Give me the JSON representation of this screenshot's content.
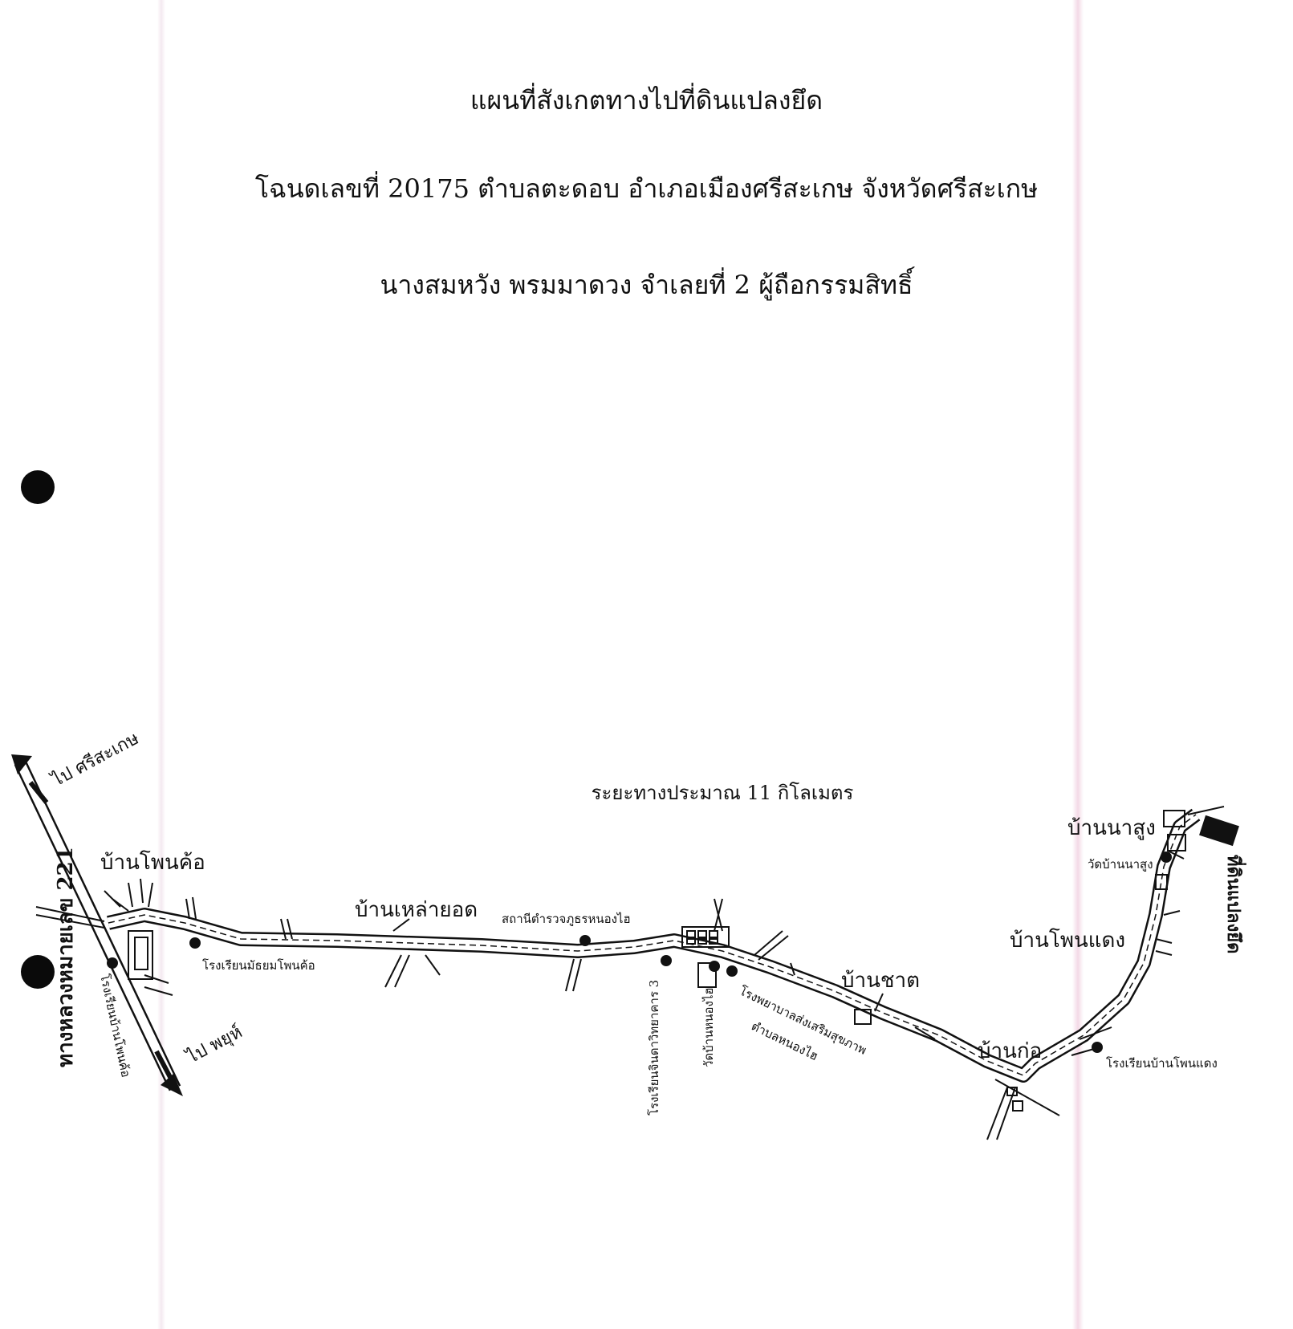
{
  "header": {
    "line1": "แผนที่สังเกตทางไปที่ดินแปลงยึด",
    "line2": "โฉนดเลขที่ 20175  ตำบลตะดอบ  อำเภอเมืองศรีสะเกษ  จังหวัดศรีสะเกษ",
    "line3": "นางสมหวัง  พรมมาดวง  จำเลยที่ 2   ผู้ถือกรรมสิทธิ์"
  },
  "distance_note": "ระยะทางประมาณ 11  กิโลเมตร",
  "highway_label": "ทางหลวงหมายเลข  221",
  "directions": {
    "to_sisaket": "ไป ศรีสะเกษ",
    "to_phayu": "ไป พยุห์"
  },
  "villages": {
    "phon_kho": "บ้านโพนค้อ",
    "lao_yot": "บ้านเหล่ายอด",
    "chat": "บ้านชาต",
    "ko": "บ้านก่อ",
    "phon_daeng": "บ้านโพนแดง",
    "na_sung": "บ้านนาสูง"
  },
  "landmarks": {
    "phon_kho_secondary_school": "โรงเรียนมัธยมโพนค้อ",
    "phon_kho_school": "โรงเรียนบ้านโพนค้อ",
    "nong_sai_police": "สถานีตำรวจภูธรหนองไฮ",
    "jindawittayakarn_school": "โรงเรียนจินดาวิทยาคาร 3",
    "wat_nong_sai": "วัดบ้านหนองไฮ",
    "health_hospital_1": "โรงพยาบาลส่งเสริมสุขภาพ",
    "health_hospital_2": "ตำบลหนองไฮ",
    "phon_daeng_school": "โรงเรียนบ้านโพนแดง",
    "wat_na_sung": "วัดบ้านนาสูง"
  },
  "target_label": "ที่ดินแปลงยึด",
  "colors": {
    "ink": "#111111",
    "paper": "#ffffff",
    "fold_tint": "#ebd7e4"
  }
}
